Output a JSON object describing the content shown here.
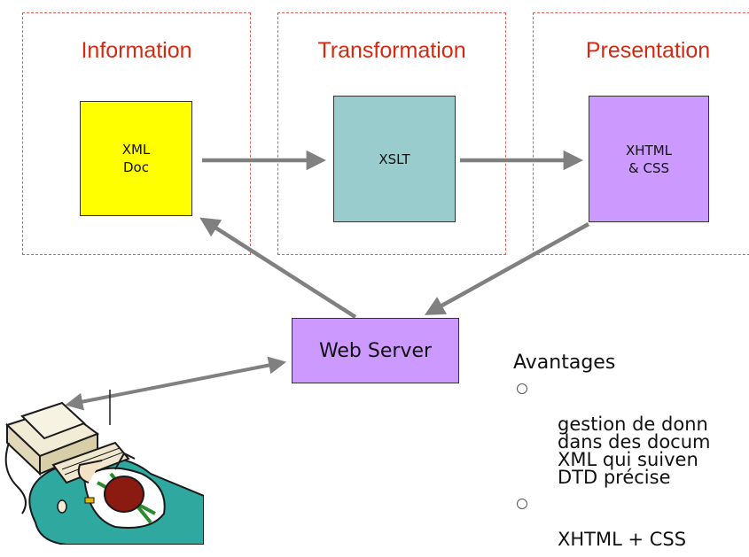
{
  "regions": [
    {
      "title": "Information"
    },
    {
      "title": "Transformation"
    },
    {
      "title": "Presentation"
    }
  ],
  "boxes": {
    "xml_doc": {
      "line1": "XML",
      "line2": "Doc",
      "color": "#ffff00"
    },
    "xslt": {
      "label": "XSLT",
      "color": "#99cccc"
    },
    "xhtml_css": {
      "line1": "XHTML",
      "line2": "& CSS",
      "color": "#cc99ff"
    }
  },
  "web_server": {
    "label": "Web Server",
    "color": "#cc99ff"
  },
  "advantages": {
    "title": "Avantages",
    "items": [
      "gestion de donn\ndans des docum\nXML qui suiven\nDTD précise",
      "XHTML + CSS"
    ]
  },
  "colors": {
    "region_border": "#e06060",
    "region_title": "#d42a12",
    "arrow": "#808080"
  },
  "icons": {
    "user": "user-at-computer-icon"
  }
}
